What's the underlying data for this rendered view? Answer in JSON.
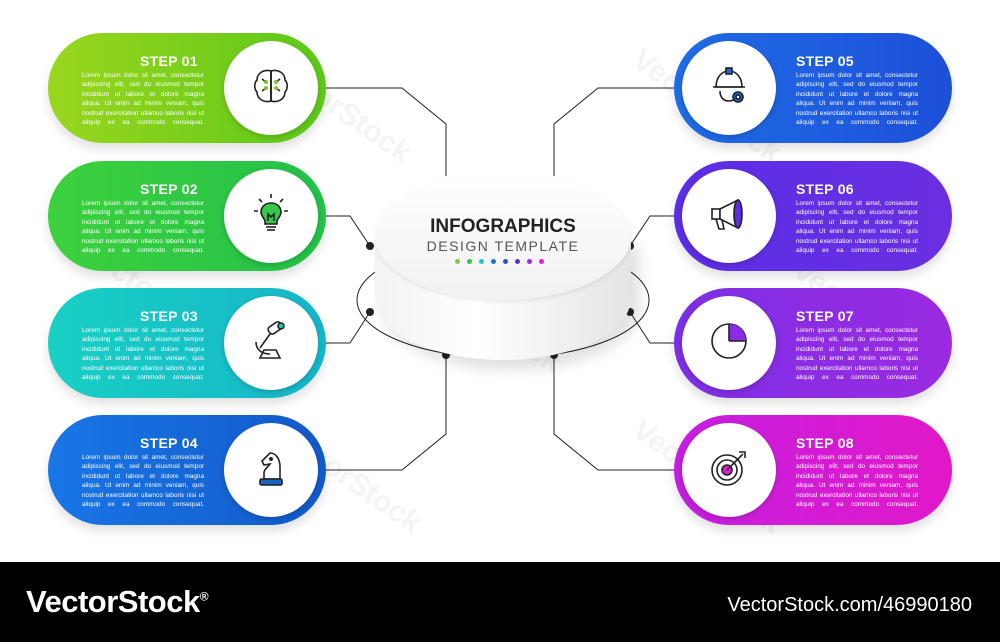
{
  "center": {
    "title": "INFOGRAPHICS",
    "subtitle": "DESIGN TEMPLATE",
    "dot_colors": [
      "#8bc34a",
      "#2ecc40",
      "#1ec8c8",
      "#1976d2",
      "#2952cc",
      "#5b2ee0",
      "#9b27e0",
      "#e020d0"
    ]
  },
  "lorem": "Lorem ipsum dolor sit amet, consectetur adipiscing elit, sed do eiusmod tempor incididunt ut labore et dolore magna aliqua. Ut enim ad minim veniam, quis nostrud exercitation ullamco laboris nisi ut aliquip ex ea commodo consequat.",
  "steps": [
    {
      "label": "STEP 01",
      "icon": "brain-icon",
      "color_start": "#9ad61e",
      "color_end": "#5cc819"
    },
    {
      "label": "STEP 02",
      "icon": "lightbulb-icon",
      "color_start": "#3dd13d",
      "color_end": "#23c04a"
    },
    {
      "label": "STEP 03",
      "icon": "microscope-icon",
      "color_start": "#19d0c4",
      "color_end": "#16b5c9"
    },
    {
      "label": "STEP 04",
      "icon": "chess-knight-icon",
      "color_start": "#1976e6",
      "color_end": "#1259c9"
    },
    {
      "label": "STEP 05",
      "icon": "engineer-gear-icon",
      "color_start": "#1f6de6",
      "color_end": "#1d4fd8"
    },
    {
      "label": "STEP 06",
      "icon": "megaphone-icon",
      "color_start": "#5b2ee6",
      "color_end": "#6a2fe0"
    },
    {
      "label": "STEP 07",
      "icon": "clock-pie-icon",
      "color_start": "#7c2fe6",
      "color_end": "#9b2ae0"
    },
    {
      "label": "STEP 08",
      "icon": "target-arrow-icon",
      "color_start": "#c41fe0",
      "color_end": "#e218c8"
    }
  ],
  "footer": {
    "brand": "VectorStock",
    "brand_mark": "®",
    "url": "VectorStock.com/46990180"
  },
  "watermark": "VectorStock"
}
